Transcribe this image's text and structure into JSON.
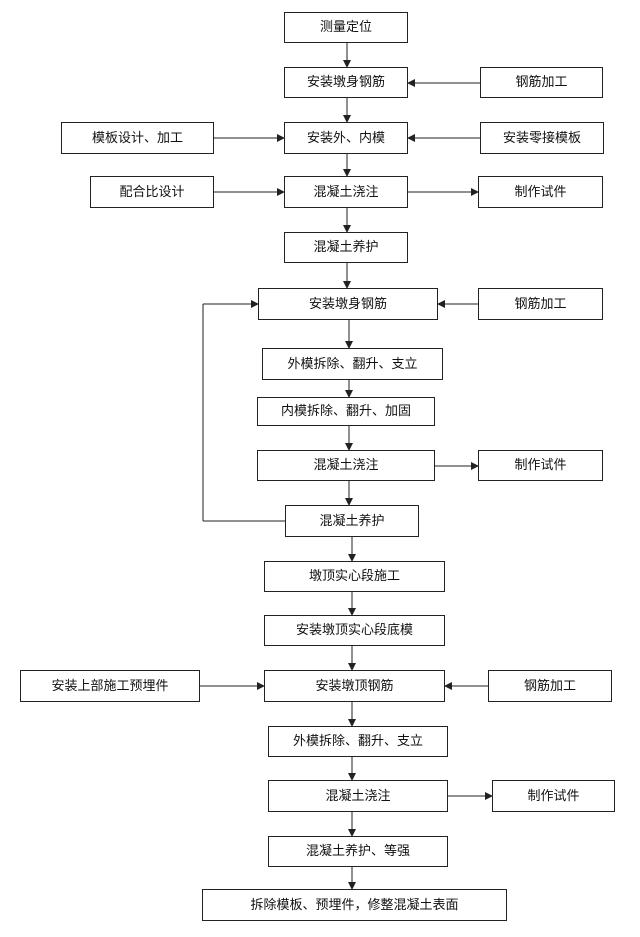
{
  "colors": {
    "line": "#222222",
    "box_border": "#222222",
    "text": "#111111",
    "background": "#ffffff"
  },
  "steps": {
    "s01": "测量定位",
    "s02": "安装墩身钢筋",
    "s03": "安装外、内模",
    "s04": "混凝土浇注",
    "s05": "混凝土养护",
    "s06": "安装墩身钢筋",
    "s07": "外模拆除、翻升、支立",
    "s08": "内模拆除、翻升、加固",
    "s09": "混凝土浇注",
    "s10": "混凝土养护",
    "s11": "墩顶实心段施工",
    "s12": "安装墩顶实心段底模",
    "s13": "安装墩顶钢筋",
    "s14": "外模拆除、翻升、支立",
    "s15": "混凝土浇注",
    "s16": "混凝土养护、等强",
    "s17": "拆除模板、预埋件，修整混凝土表面"
  },
  "side_boxes": {
    "r02": "钢筋加工",
    "r03": "安装零接模板",
    "r04": "制作试件",
    "r06": "钢筋加工",
    "r09": "制作试件",
    "r13": "钢筋加工",
    "r15": "制作试件",
    "l03": "模板设计、加工",
    "l04": "配合比设计",
    "l13": "安装上部施工预埋件"
  }
}
